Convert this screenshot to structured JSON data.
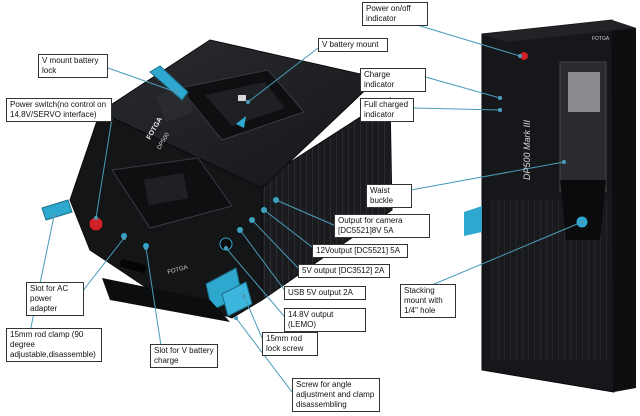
{
  "colors": {
    "device_body": "#1c1d20",
    "device_dark": "#0d0e10",
    "accent_blue": "#2ea8cf",
    "leader_line": "#4a9bb8",
    "power_red": "#d0202a"
  },
  "device_front": {
    "brand": "FOTGA",
    "model": "DP500",
    "side_brand": "FOTGA"
  },
  "device_back": {
    "model": "DP500 Mark III",
    "brand": "FOTGA"
  },
  "callouts": [
    {
      "id": "v-mount-battery-lock",
      "text": "V mount battery lock"
    },
    {
      "id": "v-battery-mount",
      "text": "V battery mount"
    },
    {
      "id": "power-switch",
      "text": "Power switch(no control on 14.8V/SERVO interface)"
    },
    {
      "id": "power-onoff-indicator",
      "text": "Power on/off indicator"
    },
    {
      "id": "charge-indicator",
      "text": "Charge indicator"
    },
    {
      "id": "full-charged-indicator",
      "text": "Full charged indicator"
    },
    {
      "id": "waist-buckle",
      "text": "Waist buckle"
    },
    {
      "id": "output-camera",
      "text": "Output for camera [DC5521]8V 5A"
    },
    {
      "id": "output-12v",
      "text": "12Voutput [DC5521] 5A"
    },
    {
      "id": "output-5v",
      "text": "5V output [DC3512] 2A"
    },
    {
      "id": "usb-output",
      "text": "USB 5V output 2A"
    },
    {
      "id": "output-14v8",
      "text": "14.8V output (LEMO)"
    },
    {
      "id": "stacking-mount",
      "text": "Stacking mount with 1/4\" hole"
    },
    {
      "id": "slot-ac",
      "text": "Slot for AC power adapter"
    },
    {
      "id": "rod-clamp",
      "text": "15mm rod clamp (90 degree adjustable,disassemble)"
    },
    {
      "id": "rod-lock-screw",
      "text": "15mm rod lock screw"
    },
    {
      "id": "slot-v-battery",
      "text": "Slot for V battery charge"
    },
    {
      "id": "angle-screw",
      "text": "Screw for angle adjustment and clamp disassembling"
    }
  ]
}
